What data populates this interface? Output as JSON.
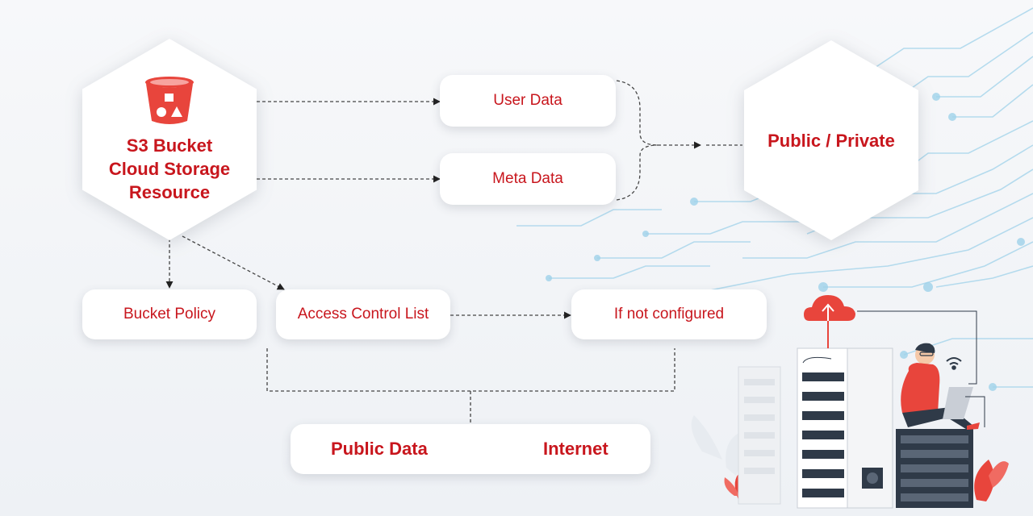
{
  "colors": {
    "accent": "#c8161d",
    "bucket": "#e8453c",
    "circuit": "#8ec9e6",
    "connector": "#333333"
  },
  "s3": {
    "icon": "bucket-icon",
    "title_lines": [
      "S3 Bucket",
      "Cloud Storage",
      "Resource"
    ]
  },
  "user_data": "User Data",
  "meta_data": "Meta Data",
  "public_private": "Public / Private",
  "bucket_policy": "Bucket Policy",
  "acl": "Access Control List",
  "not_configured": "If not configured",
  "public_data": "Public Data",
  "internet": "Internet",
  "illustration": {
    "icons": [
      "cloud-upload-icon",
      "server-rack-icon",
      "wifi-icon",
      "person-with-laptop",
      "plant-icon"
    ]
  }
}
